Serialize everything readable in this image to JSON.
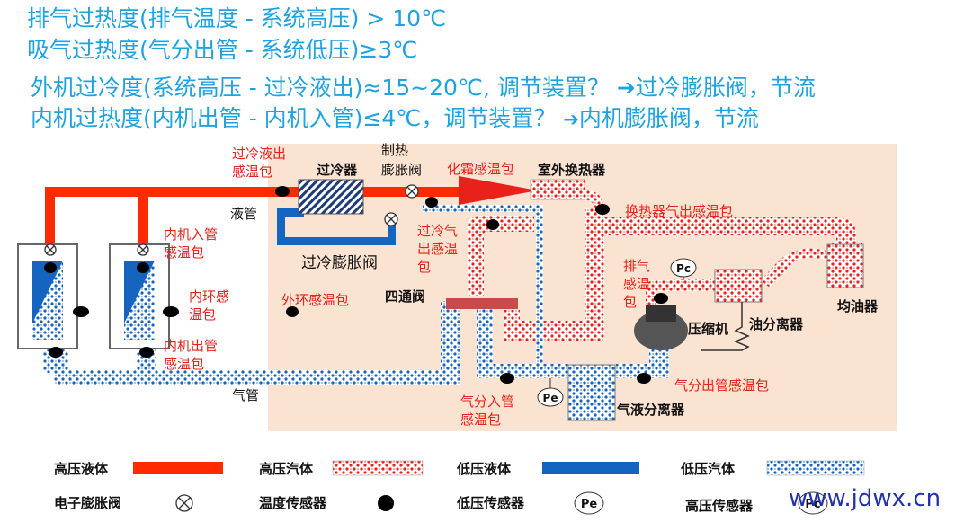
{
  "header": {
    "line1": "排气过热度(排气温度 - 系统高压) > 10℃",
    "line2": "吸气过热度(气分出管 - 系统低压)≥3℃",
    "line3": "外机过冷度(系统高压 - 过冷液出)≈15~20℃, 调节装置？",
    "line3b": "过冷膨胀阀，节流",
    "line4": "内机过热度(内机出管 - 内机入管)≤4℃，调节装置？",
    "line4b": "内机膨胀阀，节流"
  },
  "labels": {
    "subcool_liquid_sensor": [
      "过冷液出",
      "感温包"
    ],
    "subcooler": "过冷器",
    "heating_exv": [
      "制热",
      "膨胀阀"
    ],
    "defrost_sensor": "化霜感温包",
    "outdoor_hex": "室外换热器",
    "hex_gas_out_sensor": "换热器气出感温包",
    "liquid_pipe": "液管",
    "subcool_gas_sensor": [
      "过冷气",
      "出感温",
      "包"
    ],
    "subcool_exv": "过冷膨胀阀",
    "indoor_in_sensor": [
      "内机入管",
      "感温包"
    ],
    "indoor_ring_sensor": [
      "内环感",
      "温包"
    ],
    "indoor_out_sensor": [
      "内机出管",
      "感温包"
    ],
    "outdoor_ring_sensor": "外环感温包",
    "four_way_valve": "四通阀",
    "discharge_sensor": [
      "排气",
      "感温",
      "包"
    ],
    "oil_separator": "油分离器",
    "oil_balancer": "均油器",
    "compressor": "压缩机",
    "gas_pipe": "气管",
    "separator_in_sensor": [
      "气分入管",
      "感温包"
    ],
    "separator_out_sensor": "气分出管感温包",
    "gas_liquid_separator": "气液分离器",
    "pe": "Pe",
    "pc": "Pc"
  },
  "legend": {
    "high_liquid": "高压液体",
    "high_gas": "高压汽体",
    "low_liquid": "低压液体",
    "low_gas": "低压汽体",
    "exv": "电子膨胀阀",
    "temp_sensor": "温度传感器",
    "low_sensor": "低压传感器",
    "high_sensor": "高压传感器",
    "pe": "Pe",
    "pc": "Pc"
  },
  "watermark": "www.jdwx.cn",
  "colors": {
    "header_text": "#1fa3e0",
    "high_liquid": "#ff2a00",
    "low_liquid": "#1565c0",
    "outdoor_bg": "#fbe3d2",
    "label_red": "#e8211a",
    "watermark": "#2233aa"
  }
}
